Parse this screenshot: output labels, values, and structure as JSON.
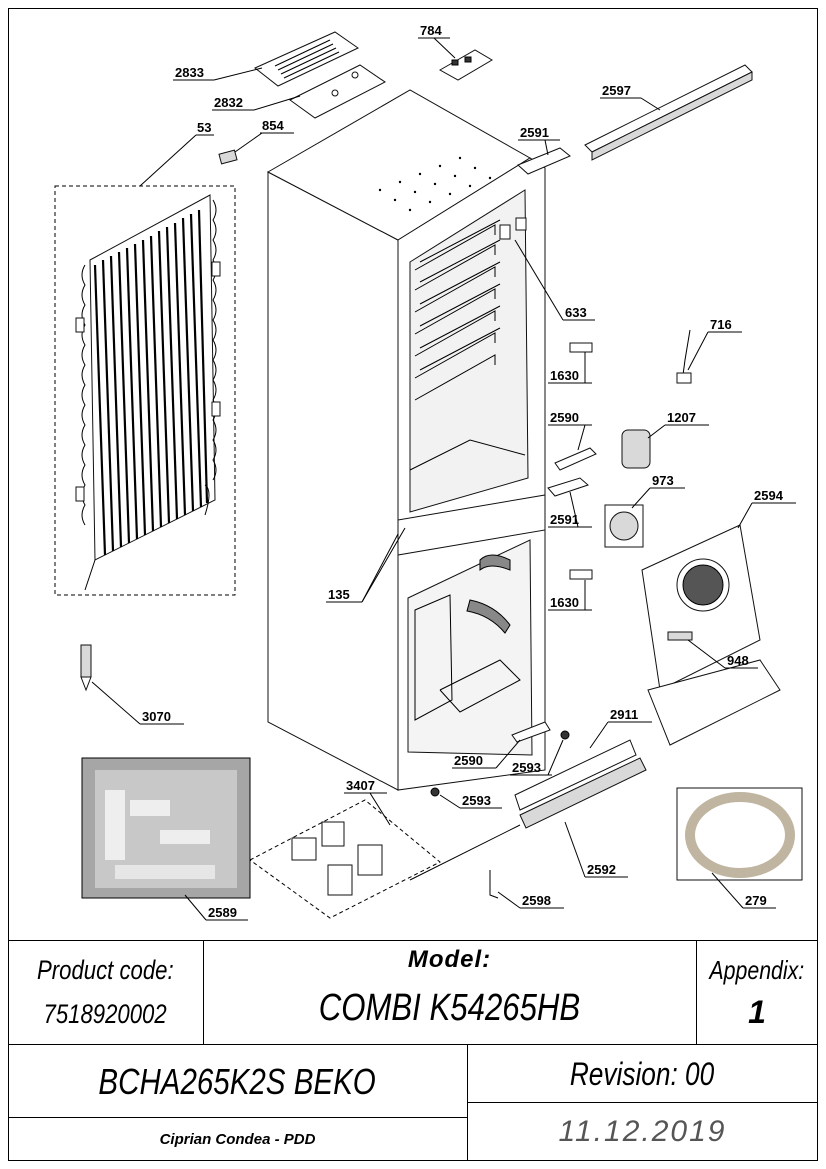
{
  "parts": {
    "p2833": "2833",
    "p784": "784",
    "p2832": "2832",
    "p53": "53",
    "p854": "854",
    "p2597": "2597",
    "p2591a": "2591",
    "p633": "633",
    "p716": "716",
    "p1630a": "1630",
    "p2590a": "2590",
    "p1207": "1207",
    "p973": "973",
    "p2591b": "2591",
    "p2594": "2594",
    "p135": "135",
    "p1630b": "1630",
    "p948": "948",
    "p3070": "3070",
    "p2911": "2911",
    "p3407": "3407",
    "p2590b": "2590",
    "p2593a": "2593",
    "p2593b": "2593",
    "p2592": "2592",
    "p2589": "2589",
    "p2598": "2598",
    "p279": "279"
  },
  "title_block": {
    "product_code_label": "Product code:",
    "product_code": "7518920002",
    "model_label": "Model:",
    "model": "COMBI K54265HB",
    "appendix_label": "Appendix:",
    "appendix": "1",
    "product_name": "BCHA265K2S BEKO",
    "revision": "Revision: 00",
    "author": "Ciprian Condea - PDD",
    "date": "11.12.2019"
  }
}
